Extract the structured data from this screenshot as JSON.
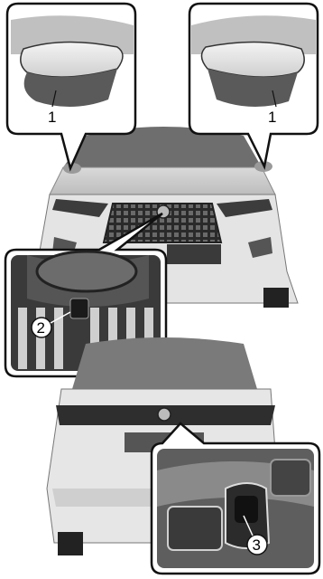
{
  "callouts": {
    "left_mirror_label": "1",
    "right_mirror_label": "1",
    "front_grille_label": "2",
    "rear_label": "3"
  }
}
